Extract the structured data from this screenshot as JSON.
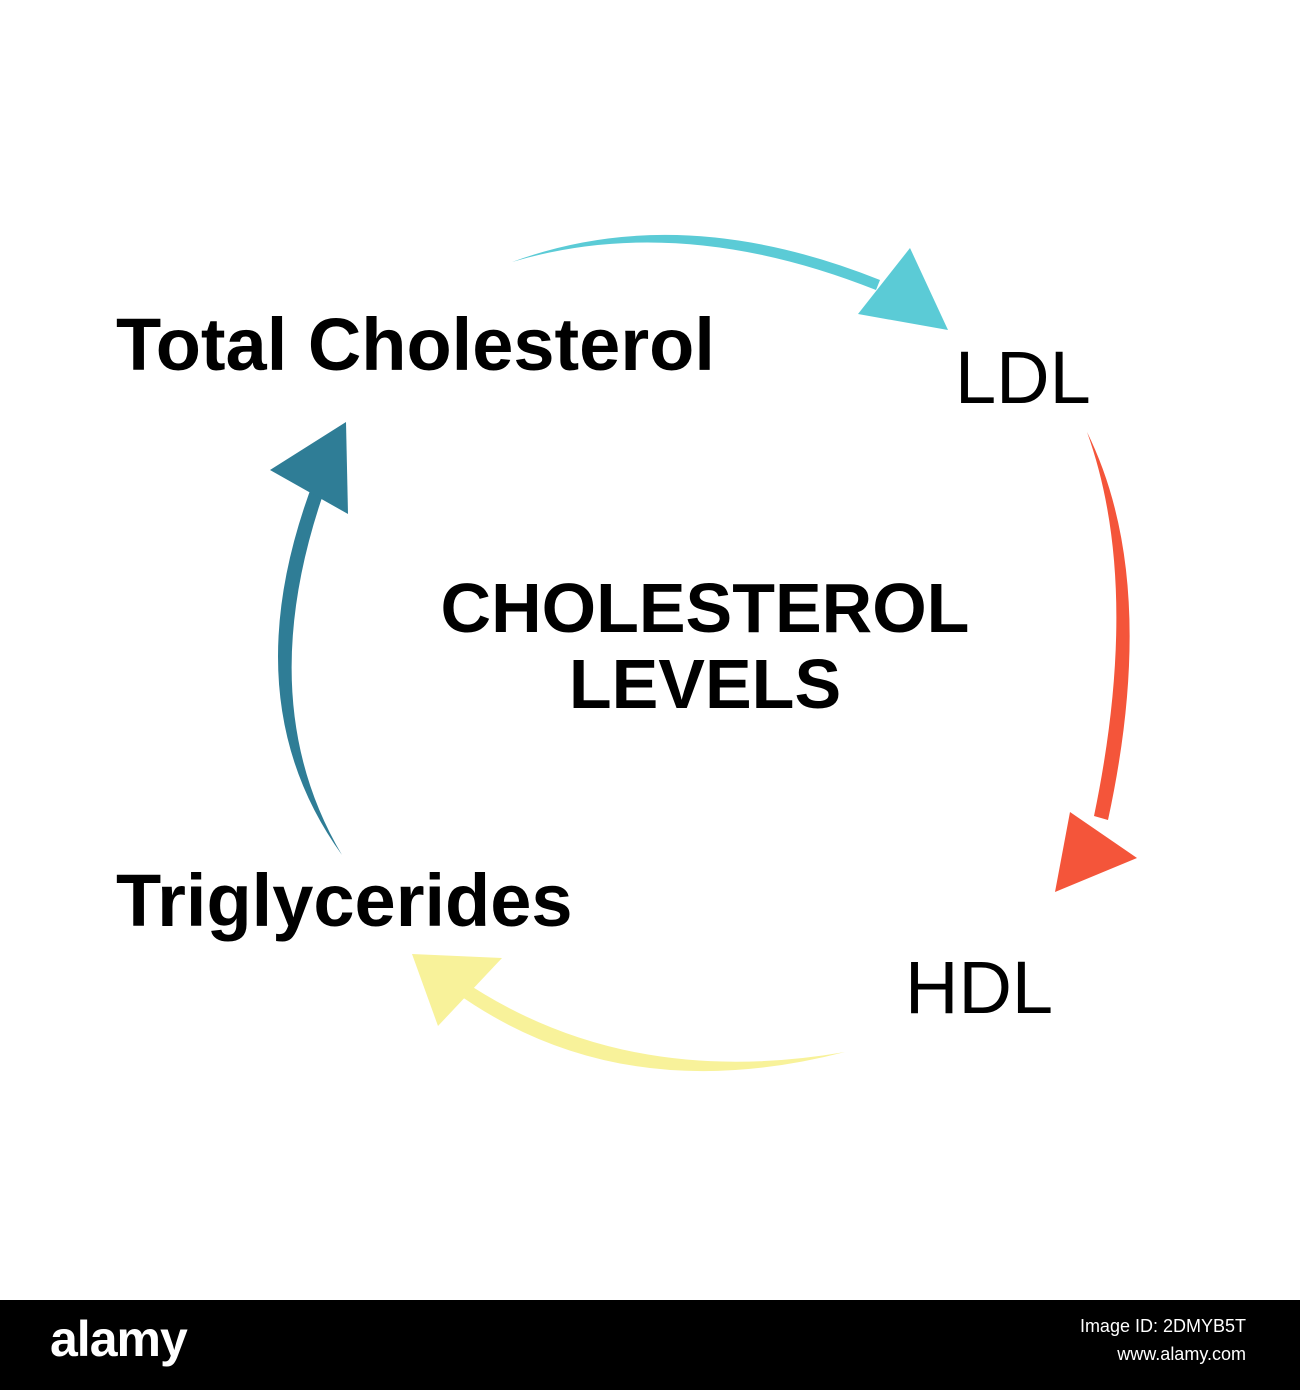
{
  "diagram": {
    "center_title_line1": "CHOLESTEROL",
    "center_title_line2": "LEVELS",
    "nodes": [
      {
        "id": "total",
        "label": "Total Cholesterol"
      },
      {
        "id": "ldl",
        "label": "LDL"
      },
      {
        "id": "hdl",
        "label": "HDL"
      },
      {
        "id": "trig",
        "label": "Triglycerides"
      }
    ],
    "edges": [
      {
        "from": "Total Cholesterol",
        "to": "LDL",
        "color": "#5BCBD6"
      },
      {
        "from": "LDL",
        "to": "HDL",
        "color": "#F4553A"
      },
      {
        "from": "HDL",
        "to": "Triglycerides",
        "color": "#F8F29A"
      },
      {
        "from": "Triglycerides",
        "to": "Total Cholesterol",
        "color": "#2F7D96"
      }
    ]
  },
  "footer": {
    "brand": "alamy",
    "image_id": "Image ID: 2DMYB5T",
    "url": "www.alamy.com"
  }
}
